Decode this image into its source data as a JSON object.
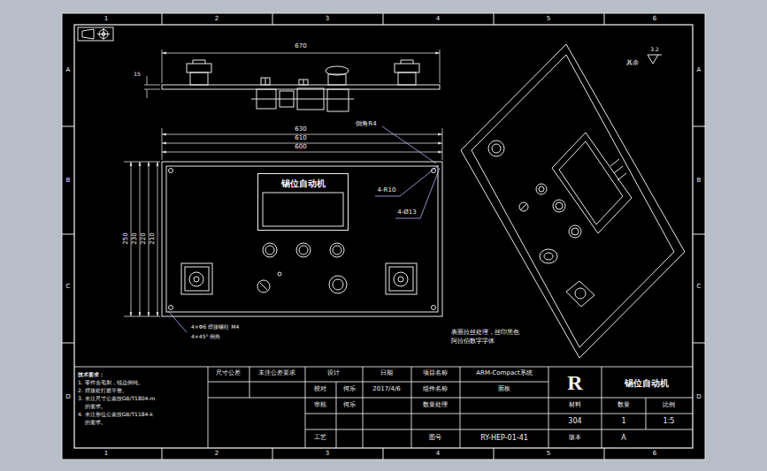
{
  "diagram": {
    "nodes": [
      {
        "text": [
          "锡位自动机"
        ]
      }
    ],
    "labels": [
      "1",
      "2",
      "3",
      "4",
      "5",
      "6",
      "1",
      "2",
      "3",
      "4",
      "5",
      "6",
      "A",
      "B",
      "C",
      "D",
      "A",
      "B",
      "C",
      "D",
      "670",
      "15",
      "630",
      "610",
      "600",
      "250",
      "230",
      "220",
      "210",
      "倒角R4",
      "4-R10",
      "4-Ø13",
      "4×Φ6 焊接螺柱 M4",
      "4×45° 倒角",
      "表面拉丝处理，丝印黑色",
      "阿拉伯数字字体",
      "其余",
      "3.2",
      "技术要求：",
      "1. 零件去毛刺，锐边倒钝。",
      "2. 焊接处打磨平整。",
      "3. 未注尺寸公差按GB/T1804-m",
      "的要求。",
      "4. 未注形位公差按GB/T1184-k",
      "的要求。",
      "尺寸公差",
      "未注公差要求",
      "设计",
      "日期",
      "项目名称",
      "ARM-Compact系统",
      "R",
      "锡位自动机",
      "校对",
      "何乐",
      "2017/4/6",
      "组件名称",
      "面板",
      "审核",
      "何乐",
      "数量处理",
      "材料",
      "数量",
      "比例",
      "304",
      "1",
      "1:5",
      "工艺",
      "图号",
      "RY-HEP-01-41",
      "版本",
      "A"
    ]
  }
}
